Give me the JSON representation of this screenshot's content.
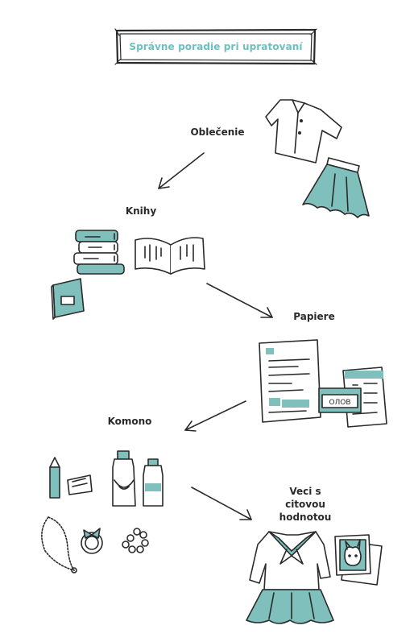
{
  "title": "Správne poradie pri upratovaní",
  "steps": {
    "clothes": "Oblečenie",
    "books": "Knihy",
    "papers": "Papiere",
    "komono": "Komono",
    "sentimental": "Veci s citovou hodnotou"
  },
  "illustrations": {
    "photo_tag": "ОЛОВ"
  },
  "colors": {
    "accent": "#6cc1bf",
    "fill": "#7fbfbc",
    "ink": "#2a2a2a"
  }
}
